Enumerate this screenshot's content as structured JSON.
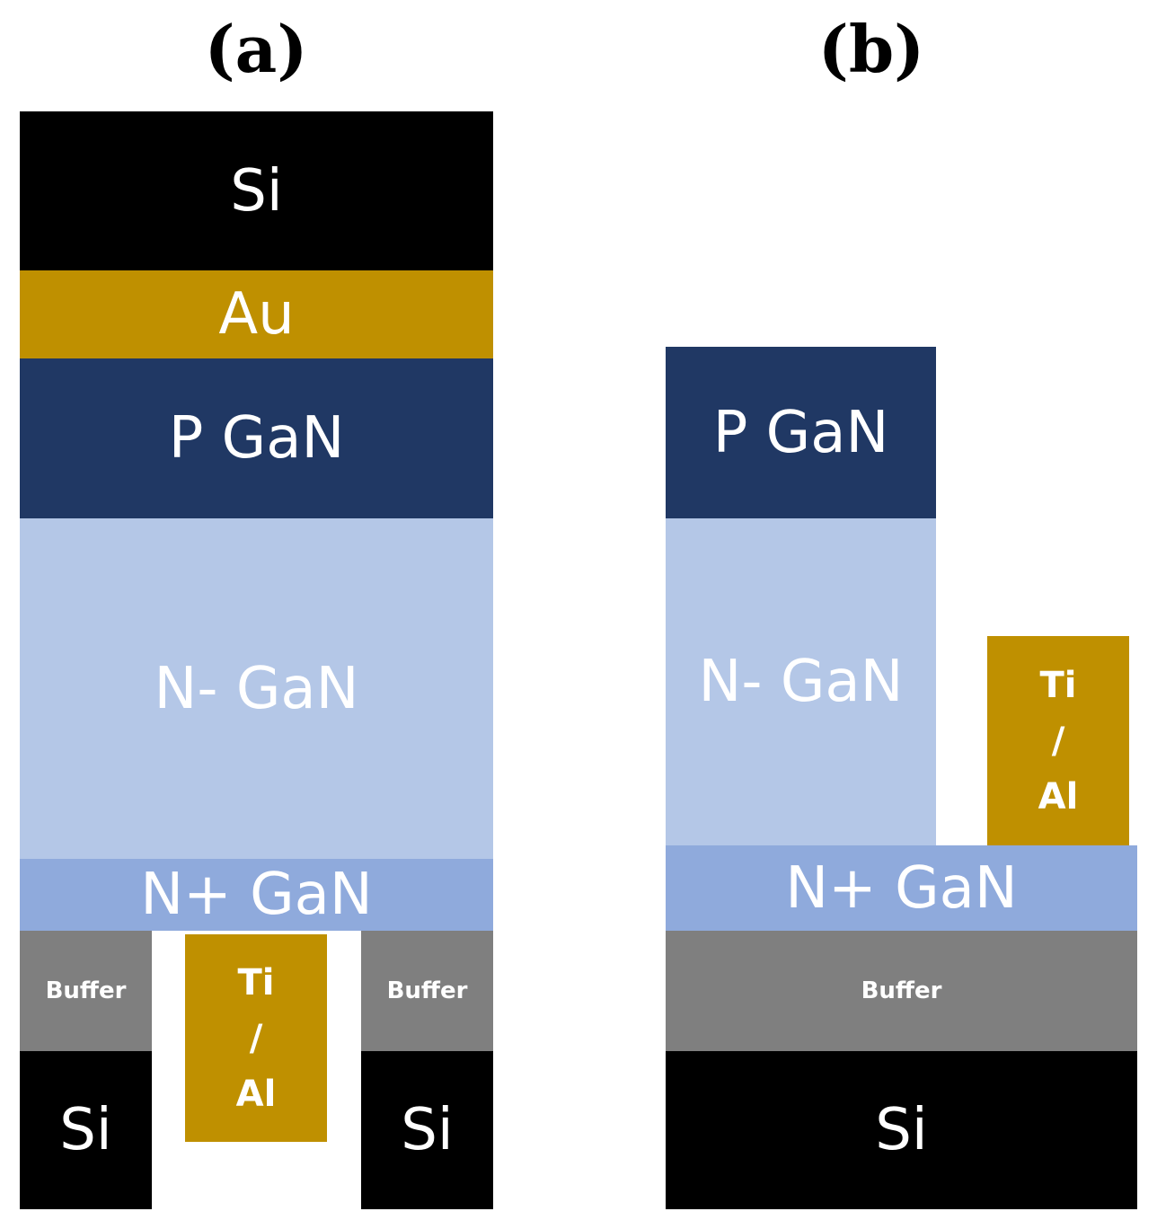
{
  "panel_a": {
    "label": "(a)",
    "layers": {
      "si_top": "Si",
      "au": "Au",
      "p_gan": "P GaN",
      "n_minus_gan": "N- GaN",
      "n_plus_gan": "N+ GaN",
      "buffer_left": "Buffer",
      "buffer_right": "Buffer",
      "si_left": "Si",
      "si_right": "Si",
      "contact": {
        "line1": "Ti",
        "line2": "/",
        "line3": "Al"
      }
    }
  },
  "panel_b": {
    "label": "(b)",
    "layers": {
      "p_gan": "P GaN",
      "n_minus_gan": "N- GaN",
      "contact": {
        "line1": "Ti",
        "line2": "/",
        "line3": "Al"
      },
      "n_plus_gan": "N+ GaN",
      "buffer": "Buffer",
      "si": "Si"
    }
  },
  "colors": {
    "si": "#000000",
    "au_ti_al": "#bf9000",
    "p_gan": "#203864",
    "n_minus_gan": "#b4c7e7",
    "n_plus_gan": "#8faadc",
    "buffer": "#7f7f7f"
  }
}
